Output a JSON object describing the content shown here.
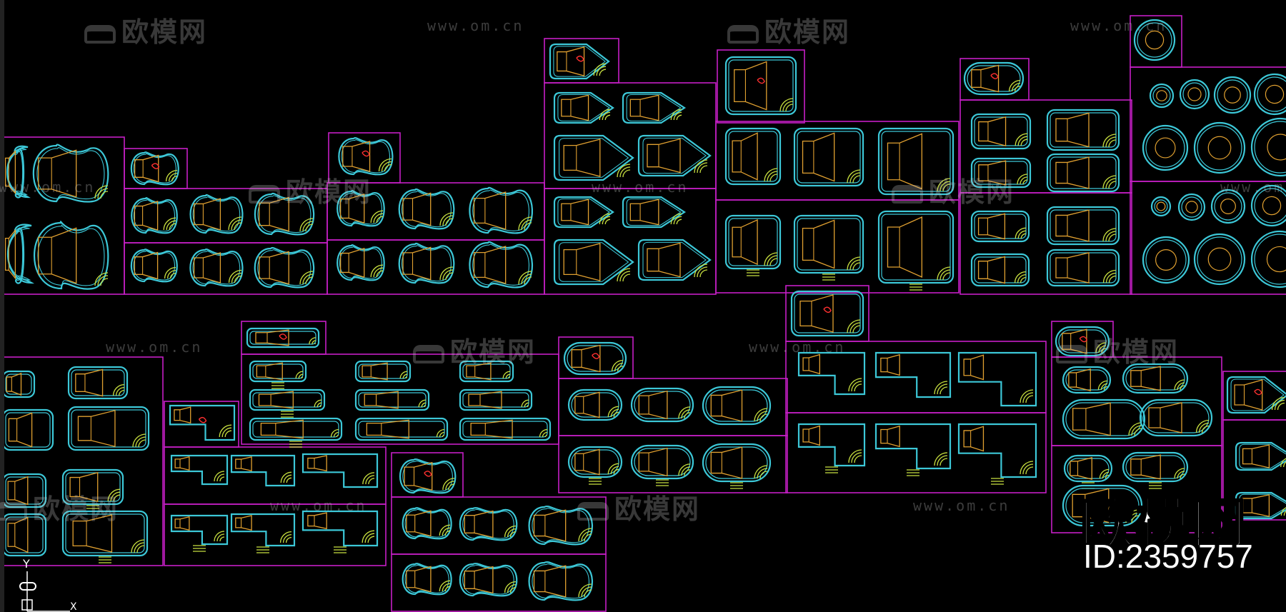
{
  "colors": {
    "background": "#000000",
    "frame": "#c61fc6",
    "pool": "#3cc8d8",
    "floor": "#e0a030",
    "steps": "#c8e040",
    "detail": "#ff3030",
    "watermark": "#bbbbbb"
  },
  "watermarks": {
    "logo_text": "欧模网",
    "url_text": "www.om.cn"
  },
  "brand": {
    "logo": "欧模网",
    "id": "ID:2359757"
  },
  "ucs": {
    "y_label": "Y",
    "x_label": "X",
    "icon": "ucs-axis-icon"
  }
}
